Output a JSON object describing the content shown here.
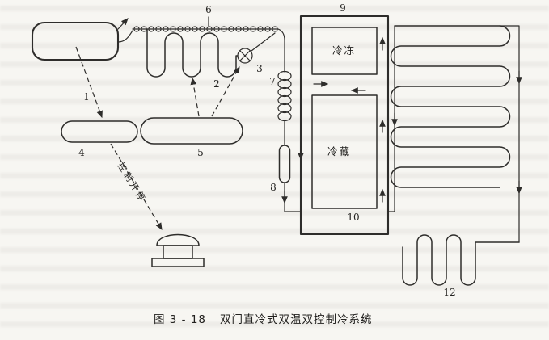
{
  "figure": {
    "caption_number": "图 3 - 18",
    "caption_title": "双门直冷式双温双控制冷系统"
  },
  "component_labels": {
    "c1": "1",
    "c2": "2",
    "c3": "3",
    "c4": "4",
    "c5": "5",
    "c6": "6",
    "c7": "7",
    "c8": "8",
    "c9": "9",
    "c10": "10",
    "c12": "12"
  },
  "compartments": {
    "freezer": "冷冻",
    "fridge": "冷藏"
  },
  "annotations": {
    "control": "控制开停"
  },
  "colors": {
    "ink": "#2e2d2b",
    "paper": "#f7f6f2"
  }
}
